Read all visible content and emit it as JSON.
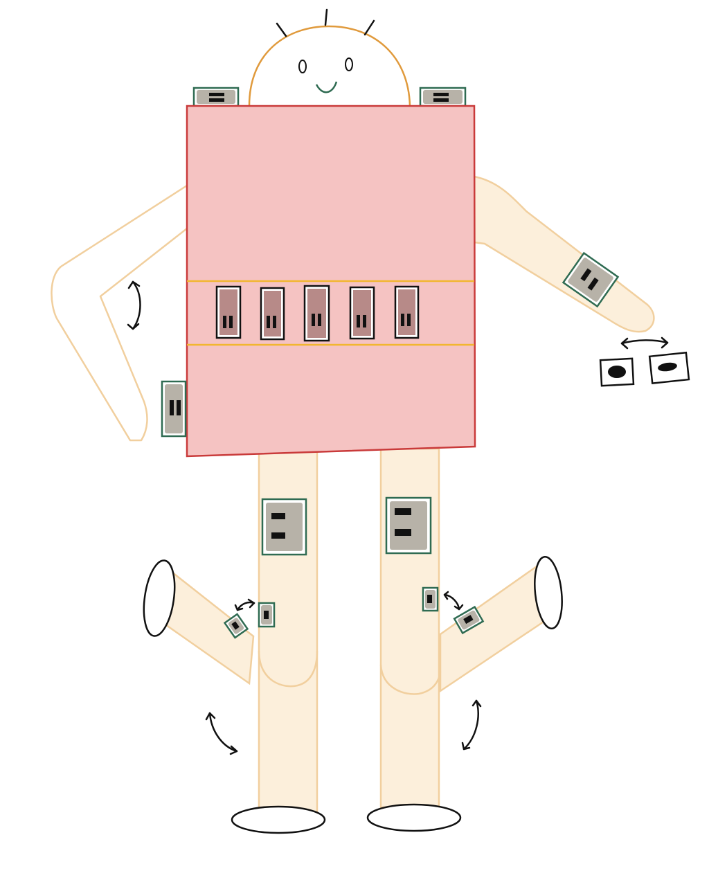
{
  "colors": {
    "background": "#ffffff",
    "skin_fill": "#fcefdb",
    "skin_outline": "#f1cf9e",
    "body_fill": "#f5c3c2",
    "body_outline": "#c93a3a",
    "head_outline": "#e09a3c",
    "smile": "#2f6b52",
    "belt_line": "#f2b630",
    "sensor_border": "#2f6b52",
    "sensor_fill": "#b7b2a8",
    "battery_fill": "#b78a88",
    "ink": "#111111"
  },
  "figure": {
    "subject": "robot-sketch",
    "belt_battery_count": 5,
    "motion_arrow_count": 7,
    "sensor_module_count": 11
  }
}
